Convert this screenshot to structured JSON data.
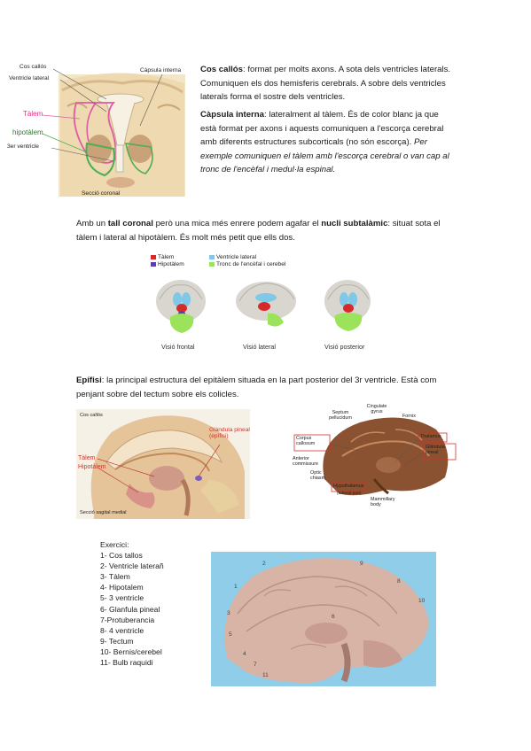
{
  "section1": {
    "figure": {
      "label_cos_callos": "Cos callós",
      "label_ventricle_lateral": "Ventricle lateral",
      "label_capsula_interna": "Càpsula interna",
      "label_talem": "Tàlem",
      "label_hipotalem": "hipotàlem",
      "label_3r_ventricle": "3er ventricle",
      "caption": "Secció coronal"
    },
    "para1": {
      "term": "Cos callós",
      "text": ": format per molts axons. A sota dels ventricles laterals. Comuniquen els dos hemisferis cerebrals. A sobre dels ventricles laterals forma el sostre dels ventricles."
    },
    "para2": {
      "term": "Càpsula interna",
      "text": ": lateralment al tàlem. És de color blanc ja que està format per axons i aquests comuniquen a l'escorça cerebral amb diferents estructures subcorticals (no són escorça). ",
      "italic": "Per exemple comuniquen el tàlem amb l'escorça cerebral o van cap al tronc de l'encèfal i medul·la espinal."
    }
  },
  "section2": {
    "intro": "Amb un ",
    "term1": "tall coronal",
    "mid": " però una mica més enrere podem agafar el ",
    "term2": "nucli subtalàmic",
    "rest": ": situat sota el tàlem i lateral al hipotàlem. És molt més petit que ells dos.",
    "legend": {
      "talem": "Tàlem",
      "hipotalem": "Hipotàlem",
      "ventricle_lateral": "Ventricle lateral",
      "tronc": "Tronc de l'encèfal i cerebel"
    },
    "captions": [
      "Visió frontal",
      "Visió lateral",
      "Visió posterior"
    ]
  },
  "section3": {
    "term": "Epífisi",
    "text": ": la principal estructura del epitàlem situada en la part posterior del 3r ventricle. Està com penjant sobre del tectum sobre els colicles.",
    "left_figure": {
      "label_cos_callos": "Cos callós",
      "label_glandula": "Glàndula pineal (epífisi)",
      "label_talem": "Tàlem",
      "label_hipotalem": "Hipotàlem",
      "caption": "Secció sagital medial"
    },
    "right_figure": {
      "septum": "Septum pellucidum",
      "cingulate": "Cingulate gyrus",
      "fornix": "Fornix",
      "corpus_callosum": "Corpus callosum",
      "thalamus": "Thalamus",
      "pineal": "Glândula pineal",
      "anterior_commissure": "Anterior commissure",
      "optic_chiasm": "Optic chiasm",
      "hypothalamus": "Hypothalamus",
      "tuberal": "(tuberal part)",
      "mammillary": "Mammillary body"
    }
  },
  "exercise": {
    "title": "Exercici:",
    "items": [
      "1- Cos tallos",
      "2- Ventricle laterañ",
      "3- Tàlem",
      "4- Hipotalem",
      "5- 3 ventricle",
      "6- Glanfula pineal",
      "7-Protuberancia",
      "8- 4 ventricle",
      "9- Tectum",
      "10- Bernis/cerebel",
      "11- Bulb raquidi"
    ],
    "photo_numbers": [
      "1",
      "2",
      "3",
      "4",
      "5",
      "6",
      "7",
      "8",
      "9",
      "10",
      "11"
    ]
  },
  "colors": {
    "talem": "#d63384",
    "hipotalem": "#2e7d32",
    "red_label": "#d0342c",
    "legend_talem": "#d62a2a",
    "legend_hipotalem": "#5b3fb0",
    "legend_ventricle": "#7fc8e8",
    "legend_tronc": "#9be35a"
  }
}
